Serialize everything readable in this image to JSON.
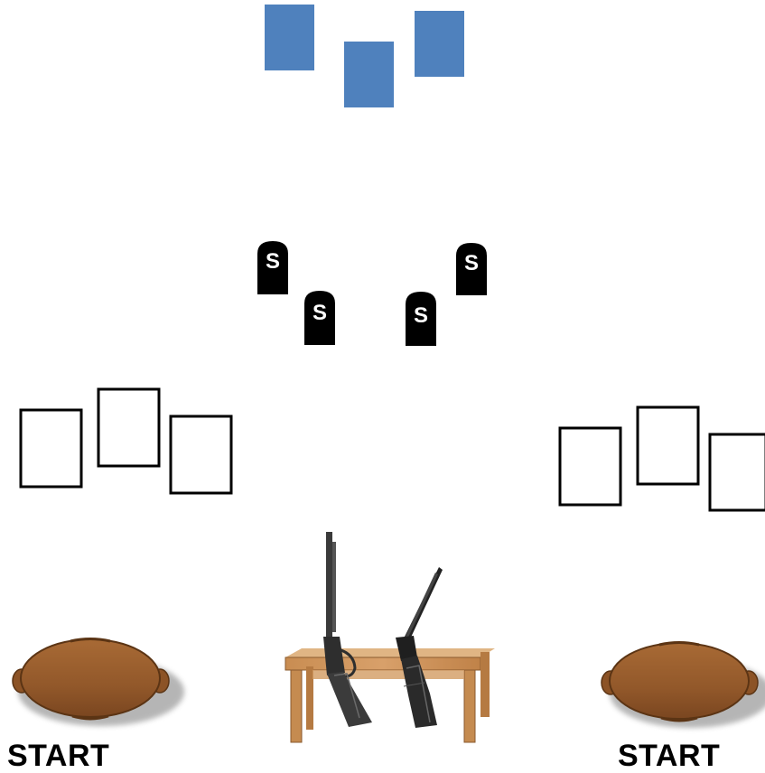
{
  "colors": {
    "blue_target": "#4f81bd",
    "steel_target": "#000000",
    "steel_letter": "#ffffff",
    "cardboard_outline": "#000000",
    "barrel_fill": "#9a5a2c",
    "barrel_rim": "#6d3b18",
    "table_top": "#c98a4e",
    "rifle": "#3a3a3a",
    "shotgun": "#222222"
  },
  "icons": {
    "barrel": "barrel-icon",
    "table": "table-icon",
    "rifle": "rifle-icon",
    "shotgun": "shotgun-icon"
  },
  "targets": {
    "steel_letter": "S"
  },
  "labels": {
    "start_left": "START",
    "start_right": "START"
  }
}
